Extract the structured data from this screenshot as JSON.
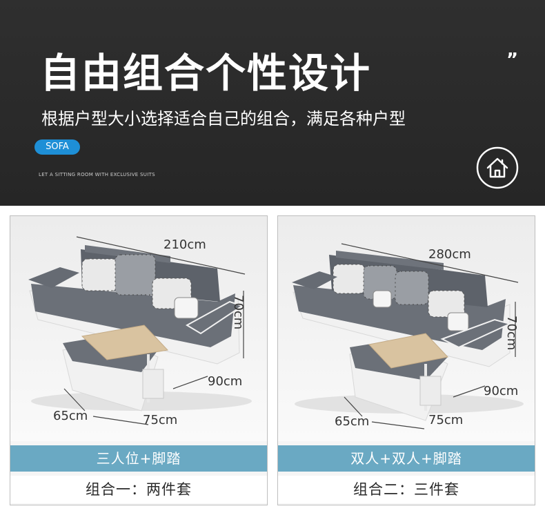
{
  "banner": {
    "headline": "自由组合个性设计",
    "subheadline": "根据户型大小选择适合自己的组合，满足各种户型",
    "quote_mark": "”",
    "tag": "SOFA",
    "tagline": "LET A SITTING ROOM WITH EXCLUSIVE SUITS",
    "icon": "home-icon"
  },
  "cards": [
    {
      "dims": {
        "width": "210cm",
        "height": "70cm",
        "depth": "90cm",
        "ottoman_w": "65cm",
        "ottoman_l": "75cm"
      },
      "band": "三人位+脚踏",
      "caption": "组合一：两件套"
    },
    {
      "dims": {
        "width": "280cm",
        "height": "70cm",
        "depth": "90cm",
        "ottoman_w": "65cm",
        "ottoman_l": "75cm"
      },
      "band": "双人+双人+脚踏",
      "caption": "组合二：三件套"
    }
  ],
  "colors": {
    "banner_bg": "#2a2a2a",
    "tag_bg": "#1e8fd6",
    "band_bg": "#6aa9c3",
    "sofa_gray": "#676d75",
    "sofa_white": "#f2f2f2",
    "table_wood": "#d9c3a0"
  }
}
